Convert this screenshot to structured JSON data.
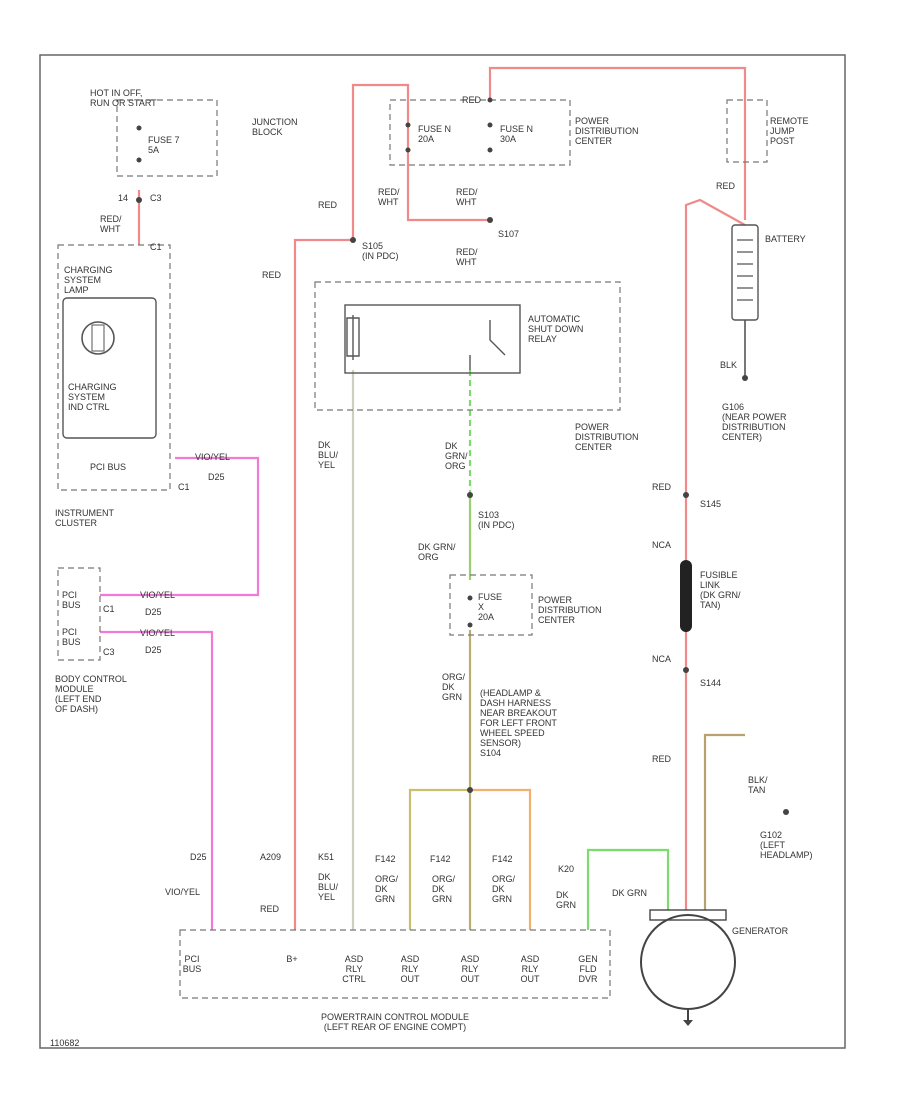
{
  "colors": {
    "red": "#f08a8a",
    "pink": "#f07ad8",
    "green": "#7adc6a",
    "dkgrn_org": "#a8b060",
    "orange": "#f2b070",
    "tan": "#b8a070",
    "grey": "#aaaaaa"
  },
  "labels": {
    "hot_run_start": "HOT IN OFF,\nRUN OR START",
    "junction_block": "JUNCTION\nBLOCK",
    "fuse7": "FUSE 7\n5A",
    "c3a": "C3",
    "wire_14": "14",
    "red_wht_1": "RED/\nWHT",
    "c1a": "C1",
    "charging_lamp": "CHARGING\nSYSTEM\nLAMP",
    "charging_ind": "CHARGING\nSYSTEM\nIND CTRL",
    "pci_bus_ic": "PCI BUS",
    "c1b": "C1",
    "vio_yel_1": "VIO/YEL",
    "d25_1": "D25",
    "instrument_cluster": "INSTRUMENT\nCLUSTER",
    "pci_bus_bcm1": "PCI\nBUS",
    "c1c": "C1",
    "vio_yel_2": "VIO/YEL",
    "d25_2": "D25",
    "pci_bus_bcm2": "PCI\nBUS",
    "c3b": "C3",
    "vio_yel_3": "VIO/YEL",
    "d25_3": "D25",
    "bcm": "BODY CONTROL\nMODULE\n(LEFT END\nOF DASH)",
    "red_a": "RED",
    "red_b": "RED",
    "s105": "S105\n(IN PDC)",
    "fuse_n1": "FUSE N\n20A",
    "fuse_n2": "FUSE N\n30A",
    "pdc_1": "POWER\nDISTRIBUTION\nCENTER",
    "red_wht_2": "RED/\nWHT",
    "red_wht_3": "RED/\nWHT",
    "s107": "S107",
    "red_wht_4": "RED/\nWHT",
    "asd_relay": "AUTOMATIC\nSHUT DOWN\nRELAY",
    "dk_blu_yel": "DK\nBLU/\nYEL",
    "pdc_2": "POWER\nDISTRIBUTION\nCENTER",
    "dk_grn_org_1": "DK\nGRN/\nORG",
    "s103": "S103\n(IN PDC)",
    "dk_grn_org_2": "DK GRN/\nORG",
    "fuse_x": "FUSE\nX\n20A",
    "pdc_3": "POWER\nDISTRIBUTION\nCENTER",
    "org_dk_grn_1": "ORG/\nDK\nGRN",
    "headlamp_harness": "(HEADLAMP &\nDASH HARNESS\nNEAR BREAKOUT\nFOR LEFT FRONT\nWHEEL SPEED\nSENSOR)\nS104",
    "red_top": "RED",
    "remote_lamp": "REMOTE\nJUMP\nPOST",
    "red_batt": "RED",
    "battery": "BATTERY",
    "blk": "BLK",
    "g106": "G106\n(NEAR POWER\nDISTRIBUTION\nCENTER)",
    "red_s145": "RED",
    "s145": "S145",
    "nca_1": "NCA",
    "fusible_link": "FUSIBLE\nLINK\n(DK GRN/\nTAN)",
    "nca_2": "NCA",
    "s144": "S144",
    "red_gen": "RED",
    "blk_tan": "BLK/\nTAN",
    "g102": "G102\n(LEFT\nHEADLAMP)",
    "d25_4": "D25",
    "vio_yel_4": "VIO/YEL",
    "a209": "A209",
    "red_c": "RED",
    "k51": "K51",
    "dk_blu_yel_2": "DK\nBLU/\nYEL",
    "f142_1": "F142",
    "org_dk_grn_2": "ORG/\nDK\nGRN",
    "f142_2": "F142",
    "org_dk_grn_3": "ORG/\nDK\nGRN",
    "f142_3": "F142",
    "org_dk_grn_4": "ORG/\nDK\nGRN",
    "k20": "K20",
    "dk_grn": "DK\nGRN",
    "dk_grn_2": "DK GRN",
    "generator": "GENERATOR",
    "pcm_pins": [
      "PCI\nBUS",
      "B+",
      "ASD\nRLY\nCTRL",
      "ASD\nRLY\nOUT",
      "ASD\nRLY\nOUT",
      "ASD\nRLY\nOUT",
      "GEN\nFLD\nDVR"
    ],
    "pcm": "POWERTRAIN CONTROL MODULE\n(LEFT REAR OF ENGINE COMPT)",
    "drawing_no": "110682"
  }
}
